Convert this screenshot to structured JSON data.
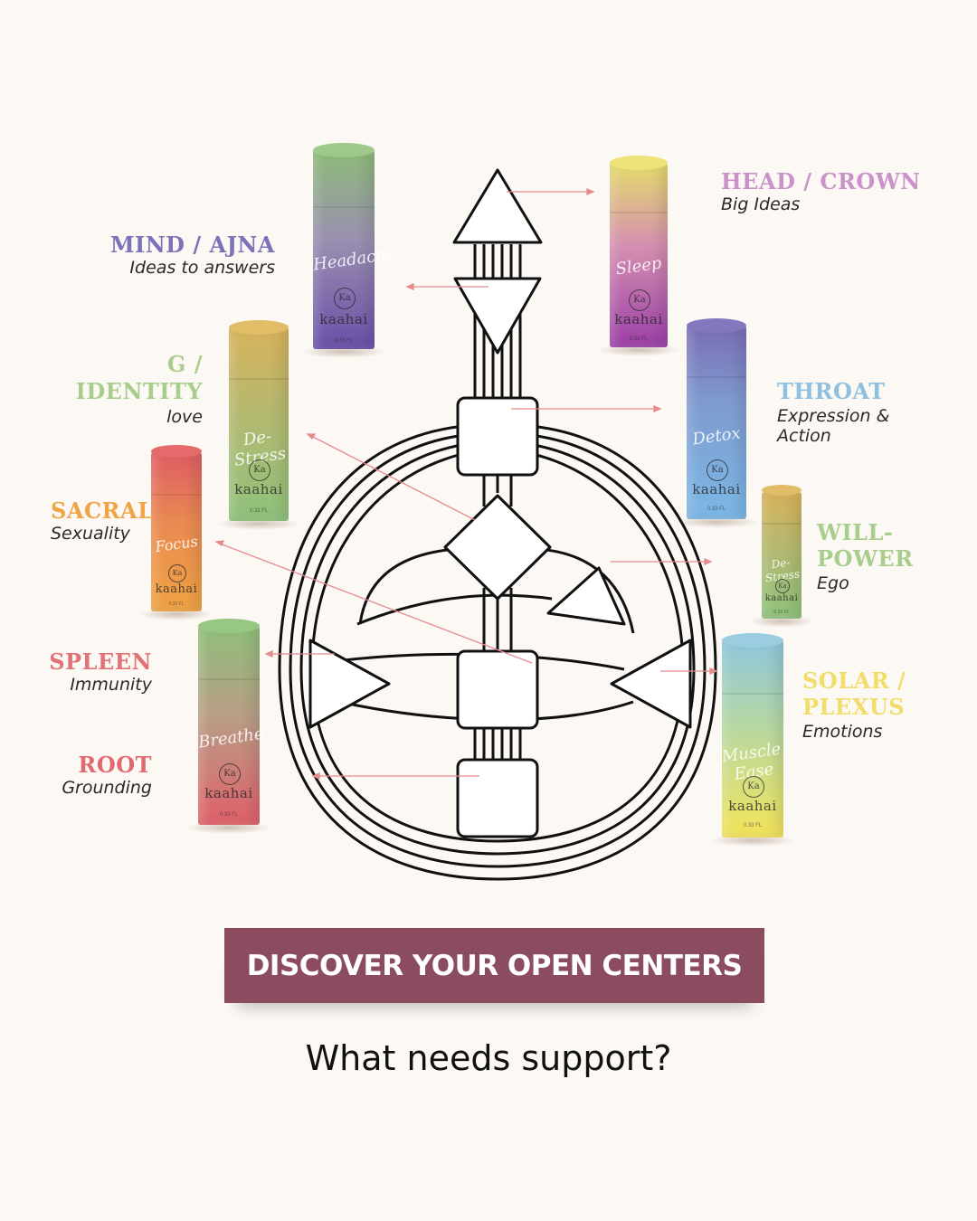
{
  "centers": [
    {
      "id": "head",
      "title": "HEAD / CROWN",
      "subtitle": "Big Ideas",
      "color": "#c993c9"
    },
    {
      "id": "mind",
      "title": "MIND / AJNA",
      "subtitle": "Ideas to answers",
      "color": "#7d72b8"
    },
    {
      "id": "g",
      "title": "G / IDENTITY",
      "subtitle": "love",
      "color": "#a8cd8c"
    },
    {
      "id": "throat",
      "title": "THROAT",
      "subtitle": "Expression & Action",
      "color": "#8fc0e0"
    },
    {
      "id": "will",
      "title": "WILL-POWER",
      "subtitle": "Ego",
      "color": "#a8cd8c"
    },
    {
      "id": "sacral",
      "title": "SACRAL",
      "subtitle": "Sexuality",
      "color": "#f0a446"
    },
    {
      "id": "spleen",
      "title": "SPLEEN",
      "subtitle": "Immunity",
      "color": "#e17275"
    },
    {
      "id": "solar",
      "title": "SOLAR / PLEXUS",
      "subtitle": "Emotions",
      "color": "#f2dd6a"
    },
    {
      "id": "root",
      "title": "ROOT",
      "subtitle": "Grounding",
      "color": "#e06a6f"
    }
  ],
  "products": [
    {
      "name": "Headache",
      "brand": "kaahai",
      "logo": "Ka",
      "volume": "0.33 FL",
      "top": "#8dbb78",
      "bottom": "#6a4fa8"
    },
    {
      "name": "Sleep",
      "brand": "kaahai",
      "logo": "Ka",
      "volume": "0.33 FL",
      "top": "#e4dc6c",
      "bottom": "#9b3fa8"
    },
    {
      "name": "De-Stress",
      "brand": "kaahai",
      "logo": "Ka",
      "volume": "0.33 FL",
      "top": "#d8b25a",
      "bottom": "#8fc27c"
    },
    {
      "name": "Detox",
      "brand": "kaahai",
      "logo": "Ka",
      "volume": "0.33 FL",
      "top": "#7a6db4",
      "bottom": "#7cb8e6"
    },
    {
      "name": "De-Stress",
      "brand": "kaahai",
      "logo": "Ka",
      "volume": "0.33 FL",
      "top": "#d8b25a",
      "bottom": "#8fc27c"
    },
    {
      "name": "Focus",
      "brand": "kaahai",
      "logo": "Ka",
      "volume": "0.33 FL",
      "top": "#df5d62",
      "bottom": "#f0a443"
    },
    {
      "name": "Breathe",
      "brand": "kaahai",
      "logo": "Ka",
      "volume": "0.33 FL",
      "top": "#8fbf7a",
      "bottom": "#e0606a"
    },
    {
      "name": "Muscle Ease",
      "brand": "kaahai",
      "logo": "Ka",
      "volume": "0.33 FL",
      "top": "#8ec6dc",
      "bottom": "#f3e45a"
    }
  ],
  "cta": {
    "label": "DISCOVER YOUR OPEN CENTERS"
  },
  "question": "What needs support?",
  "colors": {
    "background": "#fcf8f4",
    "cta": "#8a4c5e",
    "lines": "#e58a8f",
    "outline": "#111111"
  }
}
